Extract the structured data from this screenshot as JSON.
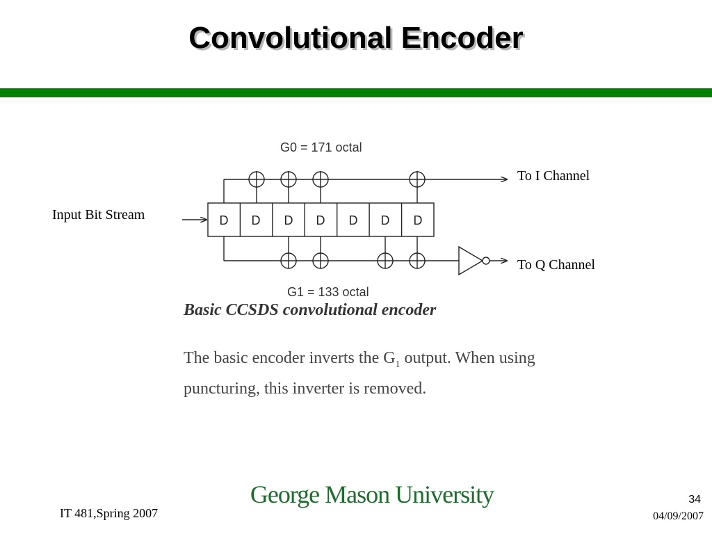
{
  "slide": {
    "title": "Convolutional Encoder",
    "accent_color": "#008000"
  },
  "diagram": {
    "g0_label": "G0 = 171 octal",
    "g1_label": "G1 = 133 octal",
    "input_label": "Input Bit Stream",
    "output_i_label": "To I Channel",
    "output_q_label": "To Q Channel",
    "register_cells": [
      "D",
      "D",
      "D",
      "D",
      "D",
      "D",
      "D"
    ]
  },
  "caption": "Basic CCSDS convolutional encoder",
  "description": {
    "part1": "The basic encoder inverts the G",
    "subscript": "1",
    "part2": " output. When using puncturing, this inverter is removed."
  },
  "footer": {
    "university": "George Mason University",
    "university_color": "#1e6b2e",
    "course": "IT 481,Spring 2007",
    "page_number": "34",
    "date": "04/09/2007"
  }
}
